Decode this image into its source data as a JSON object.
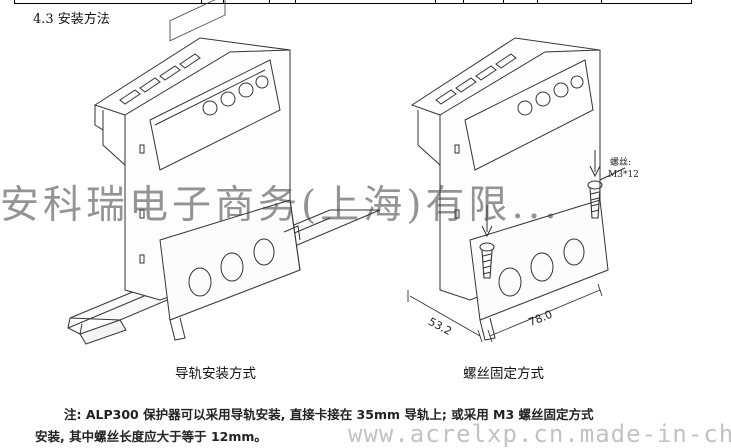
{
  "section": {
    "heading": "4.3 安装方法"
  },
  "figures": {
    "left": {
      "caption": "导轨安装方式"
    },
    "right": {
      "caption": "螺丝固定方式",
      "screw_label": "螺丝:",
      "screw_spec": "M3*12",
      "dim_depth": "53.2",
      "dim_width": "78.0"
    }
  },
  "note": {
    "line1": "注: ALP300 保护器可以采用导轨安装, 直接卡接在 35mm 导轨上; 或采用 M3 螺丝固定方式",
    "line2": "安装, 其中螺丝长度应大于等于 12mm。"
  },
  "watermark": {
    "company": "安科瑞电子商务(上海)有限...",
    "url": "www.acrelxp.cn.made-in-china.com"
  }
}
